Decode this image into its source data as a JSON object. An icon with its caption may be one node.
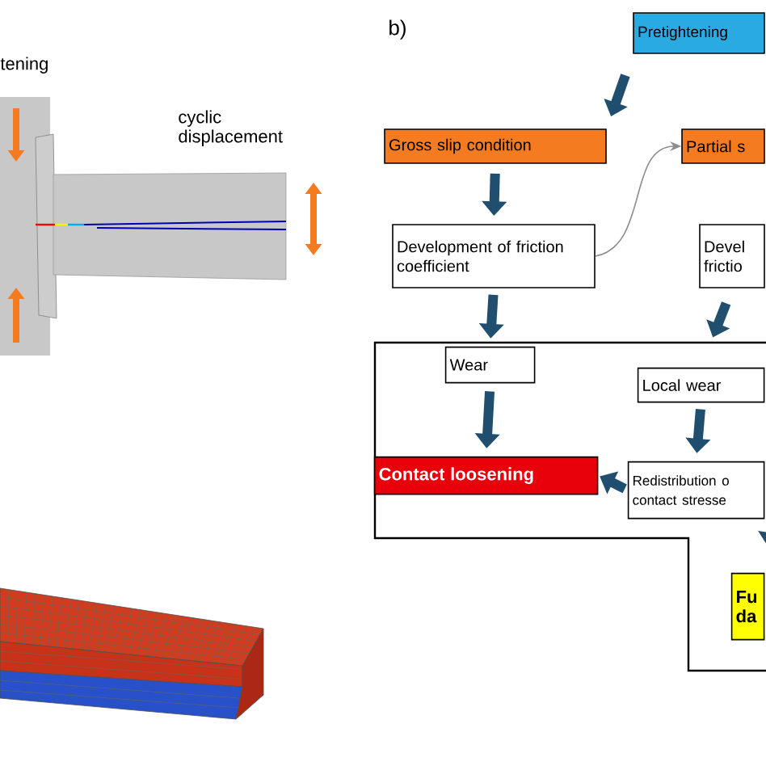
{
  "diagram": {
    "nodes": [
      {
        "text": [
          "Pretightening"
        ]
      },
      {
        "text": [
          "Gross slip condition"
        ]
      },
      {
        "text": [
          "Partial s"
        ]
      },
      {
        "text": [
          "Development of friction coefficient"
        ]
      },
      {
        "text": [
          "Devel frictio"
        ]
      },
      {
        "text": [],
        "shape": "box"
      },
      {
        "text": [
          "Wear"
        ],
        "in": 5
      },
      {
        "text": [
          "Local wear"
        ],
        "in": 5
      },
      {
        "text": [
          "Contact loosening"
        ],
        "in": 5
      },
      {
        "text": [
          "Redistribution o contact stresse"
        ],
        "in": 5
      },
      {
        "text": [
          "Fu da"
        ],
        "in": 5
      }
    ],
    "edges": [
      {
        "from": 0,
        "to": 1,
        "arrow": "to"
      },
      {
        "from": 1,
        "to": 3,
        "arrow": "to"
      },
      {
        "from": 3,
        "to": 2,
        "arrow": "to",
        "color": "#8c8c8c"
      },
      {
        "from": 3,
        "to": 6,
        "arrow": "to"
      },
      {
        "from": 4,
        "to": 7,
        "arrow": "to"
      },
      {
        "from": 6,
        "to": 8,
        "arrow": "to"
      },
      {
        "from": 7,
        "to": 9,
        "arrow": "to"
      },
      {
        "from": 9,
        "to": 8,
        "arrow": "to"
      },
      {
        "from": null,
        "to": 10,
        "arrow": "to"
      }
    ],
    "labels": [
      "tening",
      "cyclic displacement",
      "b)"
    ]
  }
}
